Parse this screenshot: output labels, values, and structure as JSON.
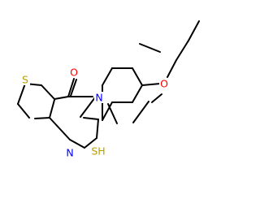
{
  "molecule": {
    "atoms": {
      "oxygen_carbonyl": {
        "label": "O",
        "color": "#ff0000"
      },
      "sulfur_ring": {
        "label": "S",
        "color": "#b8a000"
      },
      "nitrogen_amide": {
        "label": "N",
        "color": "#0000ff"
      },
      "nitrogen_imine": {
        "label": "N",
        "color": "#0000ff"
      },
      "thiol": {
        "label": "SH",
        "color": "#b8a000"
      },
      "oxygen_ether": {
        "label": "O",
        "color": "#ff0000"
      }
    }
  }
}
